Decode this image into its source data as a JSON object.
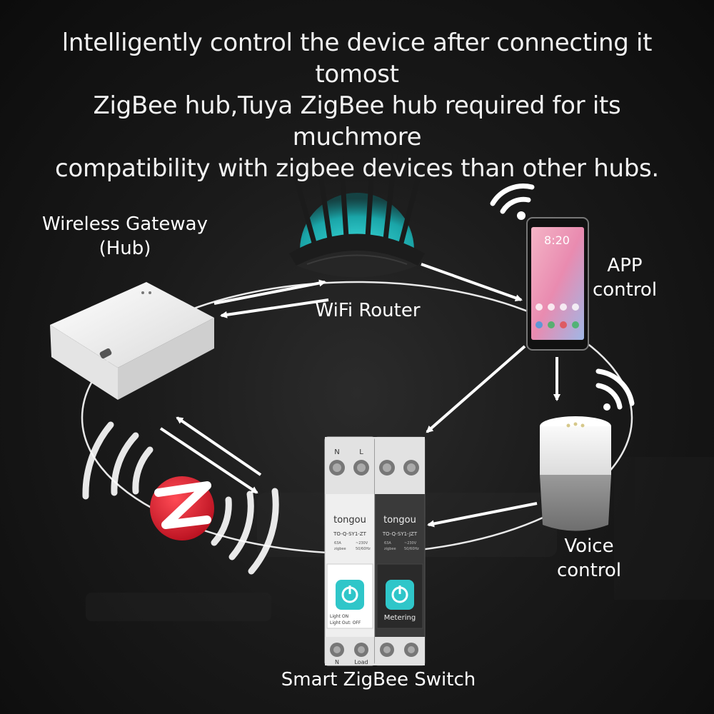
{
  "headline": {
    "line1": "lntelligently control the device after connecting it tomost",
    "line2": "ZigBee hub,Tuya ZigBee hub required for its muchmore",
    "line3": "compatibility with zigbee devices than other hubs."
  },
  "nodes": {
    "gateway": {
      "line1": "Wireless Gateway",
      "line2": "(Hub)"
    },
    "router": {
      "label": "WiFi Router"
    },
    "app": {
      "line1": "APP",
      "line2": "control"
    },
    "voice": {
      "line1": "Voice",
      "line2": "control"
    },
    "switch": {
      "label": "Smart ZigBee Switch"
    }
  },
  "phone": {
    "time": "8:20"
  },
  "switch_units": {
    "brand": "tongou",
    "left": {
      "model": "TO-Q-SY1-ZT",
      "spec1": "63A",
      "spec2": "~230V",
      "spec3": "zigbee",
      "spec4": "50/60Hz",
      "status1": "Light ON",
      "status2": "Light Out: OFF"
    },
    "right": {
      "model": "TO-Q-SY1-JZT",
      "spec1": "63A",
      "spec2": "~230V",
      "spec3": "zigbee",
      "spec4": "50/60Hz",
      "status1": "Metering"
    },
    "terminal_top_left": "N",
    "terminal_top_right": "L",
    "terminal_bottom_left": "N",
    "terminal_bottom_right": "Load"
  },
  "colors": {
    "background": "#1a1a1a",
    "accent_teal": "#2fc6c9",
    "zigbee_red": "#d8172b",
    "line": "#ffffff"
  },
  "icons": [
    "wifi-signal-icon",
    "zigbee-logo-icon",
    "arrow-icon"
  ]
}
